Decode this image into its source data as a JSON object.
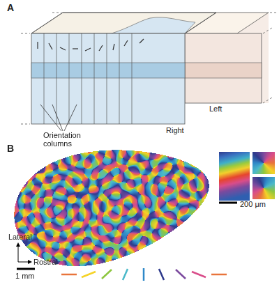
{
  "diagram": {
    "labels": [
      "A",
      "Orientation columns",
      "Right",
      "Left",
      "B",
      "200 μm",
      "Lateral",
      "Rostral",
      "1 mm"
    ]
  }
}
